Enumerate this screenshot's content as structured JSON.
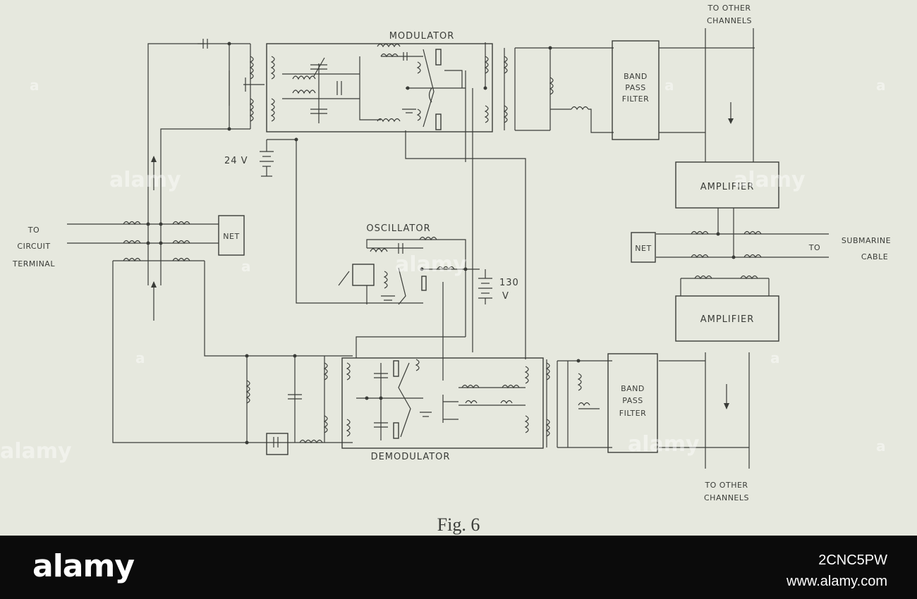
{
  "figure": {
    "caption": "Fig. 6",
    "labels": {
      "to_other_channels_top_1": "TO OTHER",
      "to_other_channels_top_2": "CHANNELS",
      "modulator": "MODULATOR",
      "band_pass_filter_top": [
        "BAND",
        "PASS",
        "FILTER"
      ],
      "battery_24v": "24 V",
      "amplifier_upper": "AMPLIFIER",
      "to_circuit_terminal": [
        "TO",
        "CIRCUIT",
        "TERMINAL"
      ],
      "net_left": "NET",
      "oscillator": "OSCILLATOR",
      "net_right": "NET",
      "to_submarine_cable_to": "TO",
      "to_submarine_cable": [
        "SUBMARINE",
        "CABLE"
      ],
      "battery_130v": [
        "130",
        "V"
      ],
      "amplifier_lower": "AMPLIFIER",
      "band_pass_filter_bottom": [
        "BAND",
        "PASS",
        "FILTER"
      ],
      "demodulator": "DEMODULATOR",
      "to_other_channels_bottom_1": "TO OTHER",
      "to_other_channels_bottom_2": "CHANNELS"
    }
  },
  "watermark": {
    "text": "alamy",
    "letter": "a"
  },
  "footer": {
    "logo": "alamy",
    "image_id": "2CNC5PW",
    "site": "www.alamy.com"
  }
}
